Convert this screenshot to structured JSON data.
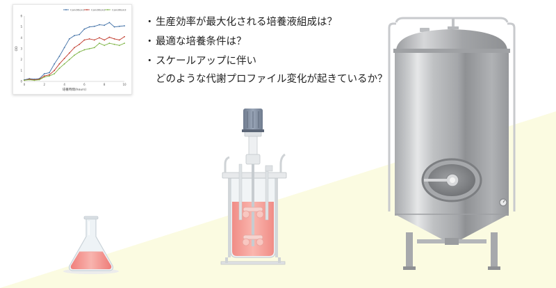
{
  "questions": [
    {
      "bullet": "・",
      "lines": [
        "生産効率が最大化される培養液組成は？"
      ]
    },
    {
      "bullet": "・",
      "lines": [
        "最適な培養条件は？"
      ]
    },
    {
      "bullet": "・",
      "lines": [
        "スケールアップに伴い",
        "どのような代謝プロファイル変化が起きているか？"
      ]
    }
  ],
  "colors": {
    "background_band": "#fbfbe1",
    "flask_liquid": "#f39a96",
    "bioreactor_liquid": "#f7a9a2",
    "tank_body": "#b4b6b8",
    "tank_dark": "#8d8f92",
    "series_1": "#3e6ea5",
    "series_2": "#c0392b",
    "series_3": "#7cb342"
  },
  "chart_data": {
    "type": "line",
    "title": "",
    "xlabel": "培養時間(hours)",
    "ylabel": "OD",
    "xlim": [
      0,
      10
    ],
    "ylim": [
      0,
      6
    ],
    "xticks": [
      0,
      2,
      4,
      6,
      8,
      10
    ],
    "yticks": [
      0,
      1,
      2,
      3,
      4,
      5,
      6
    ],
    "grid": false,
    "legend_position": "top-right",
    "x": [
      0,
      0.5,
      1,
      1.5,
      2,
      2.5,
      3,
      3.5,
      4,
      4.5,
      5,
      5.5,
      6,
      6.5,
      7,
      7.5,
      8,
      8.5,
      9,
      9.5,
      10
    ],
    "series": [
      {
        "name": "Condition1",
        "color": "#3e6ea5",
        "values": [
          0.15,
          0.25,
          0.2,
          0.25,
          0.7,
          0.8,
          1.6,
          2.3,
          3.1,
          3.9,
          4.2,
          4.3,
          4.8,
          5.0,
          5.05,
          5.2,
          5.15,
          5.4,
          5.0,
          5.05,
          5.1
        ]
      },
      {
        "name": "Condition2",
        "color": "#c0392b",
        "values": [
          0.1,
          0.2,
          0.15,
          0.2,
          0.5,
          0.6,
          1.0,
          1.6,
          2.1,
          2.6,
          3.1,
          3.4,
          3.8,
          3.9,
          3.8,
          4.0,
          3.8,
          4.05,
          3.9,
          3.8,
          4.1
        ]
      },
      {
        "name": "Condition3",
        "color": "#7cb342",
        "values": [
          0.1,
          0.15,
          0.1,
          0.15,
          0.4,
          0.5,
          0.7,
          1.2,
          1.6,
          2.0,
          2.4,
          2.7,
          2.9,
          3.0,
          3.1,
          3.5,
          3.3,
          3.5,
          3.4,
          3.3,
          3.5
        ]
      }
    ]
  }
}
